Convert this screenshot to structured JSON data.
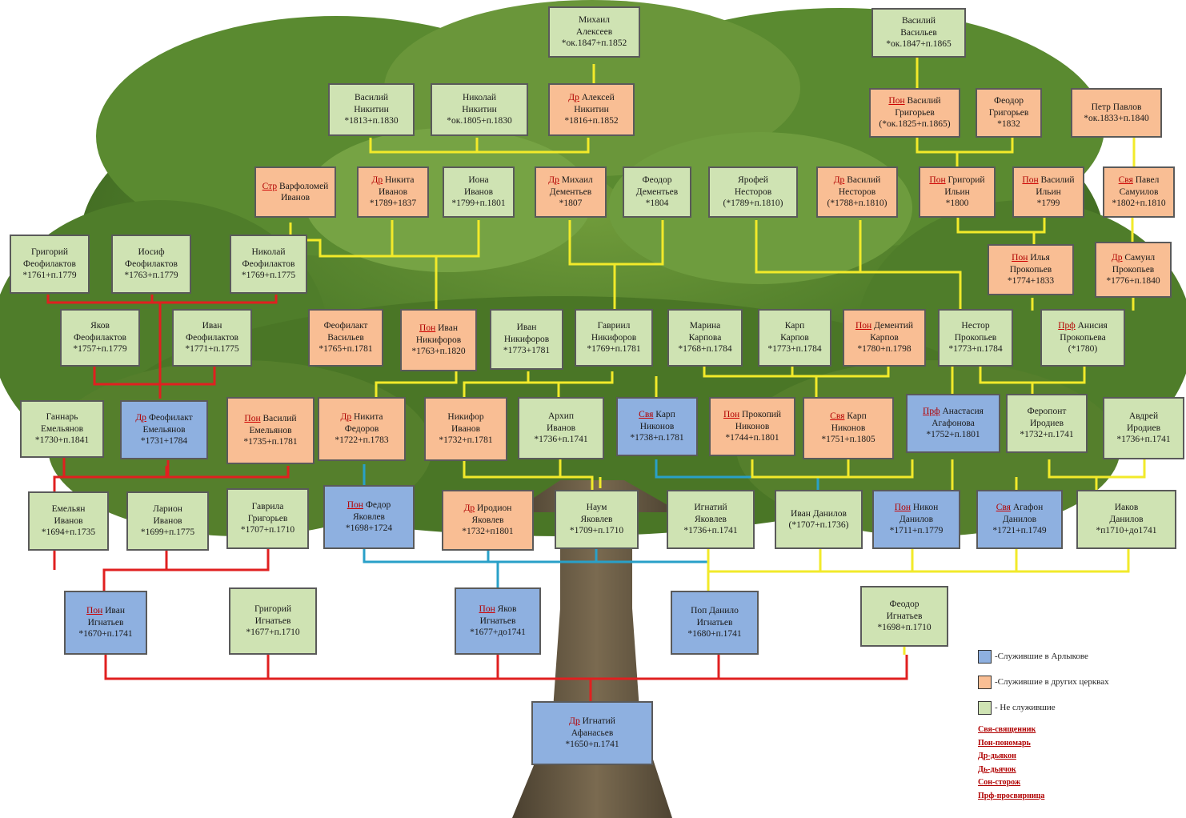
{
  "colors": {
    "blue": "#8eb0e0",
    "orange": "#f9be94",
    "green": "#cfe3b3",
    "line_red": "#e02020",
    "line_yellow": "#f2ea2a",
    "line_blue": "#29a0c8"
  },
  "legend": {
    "items": [
      {
        "color": "blue",
        "label": "-Служившие в Арлыкове"
      },
      {
        "color": "orange",
        "label": "-Служившие в других церквах"
      },
      {
        "color": "green",
        "label": "- Не служившие"
      }
    ],
    "abbreviations": [
      "Свя-священник",
      "Пон-пономарь",
      "Др-дьякон",
      "Дь-дьячок",
      "Сон-сторож",
      "Прф-просвирница"
    ]
  },
  "nodes": [
    {
      "id": "n01",
      "color": "green",
      "title": "",
      "name": "Михаил",
      "second": "Алексеев",
      "dates": "*ок.1847+п.1852"
    },
    {
      "id": "n02",
      "color": "green",
      "title": "",
      "name": "Василий",
      "second": "Васильев",
      "dates": "*ок.1847+п.1865"
    },
    {
      "id": "n03",
      "color": "green",
      "title": "",
      "name": "Василий",
      "second": "Никитин",
      "dates": "*1813+п.1830"
    },
    {
      "id": "n04",
      "color": "green",
      "title": "",
      "name": "Николай",
      "second": "Никитин",
      "dates": "*ок.1805+п.1830"
    },
    {
      "id": "n05",
      "color": "orange",
      "title": "Др",
      "name": "Алексей",
      "second": "Никитин",
      "dates": "*1816+п.1852"
    },
    {
      "id": "n06",
      "color": "orange",
      "title": "Пон",
      "name": "Василий",
      "second": "Григорьев",
      "dates": "(*ок.1825+п.1865)"
    },
    {
      "id": "n07",
      "color": "orange",
      "title": "",
      "name": "Феодор",
      "second": "Григорьев",
      "dates": "*1832"
    },
    {
      "id": "n08",
      "color": "orange",
      "title": "",
      "name": "Петр Павлов",
      "second": "",
      "dates": "*ок.1833+п.1840"
    },
    {
      "id": "n09",
      "color": "orange",
      "title": "Стр",
      "name": "Варфоломей",
      "second": "Иванов",
      "dates": ""
    },
    {
      "id": "n10",
      "color": "orange",
      "title": "Др",
      "name": "Никита",
      "second": "Иванов",
      "dates": "*1789+1837"
    },
    {
      "id": "n11",
      "color": "green",
      "title": "",
      "name": "Иона",
      "second": "Иванов",
      "dates": "*1799+п.1801"
    },
    {
      "id": "n12",
      "color": "orange",
      "title": "Др",
      "name": "Михаил",
      "second": "Дементьев",
      "dates": "*1807"
    },
    {
      "id": "n13",
      "color": "green",
      "title": "",
      "name": "Феодор",
      "second": "Дементьев",
      "dates": "*1804"
    },
    {
      "id": "n14",
      "color": "green",
      "title": "",
      "name": "Ярофей",
      "second": "Несторов",
      "dates": "(*1789+п.1810)"
    },
    {
      "id": "n15",
      "color": "orange",
      "title": "Др",
      "name": "Василий",
      "second": "Несторов",
      "dates": "(*1788+п.1810)"
    },
    {
      "id": "n16",
      "color": "orange",
      "title": "Пон",
      "name": "Григорий",
      "second": "Ильин",
      "dates": "*1800"
    },
    {
      "id": "n17",
      "color": "orange",
      "title": "Пон",
      "name": "Василий",
      "second": "Ильин",
      "dates": "*1799"
    },
    {
      "id": "n18",
      "color": "orange",
      "title": "Свя",
      "name": "Павел",
      "second": "Самуилов",
      "dates": "*1802+п.1810"
    },
    {
      "id": "n19",
      "color": "green",
      "title": "",
      "name": "Григорий",
      "second": "Феофилактов",
      "dates": "*1761+п.1779"
    },
    {
      "id": "n20",
      "color": "green",
      "title": "",
      "name": "Иосиф",
      "second": "Феофилактов",
      "dates": "*1763+п.1779"
    },
    {
      "id": "n21",
      "color": "green",
      "title": "",
      "name": "Николай",
      "second": "Феофилактов",
      "dates": "*1769+п.1775"
    },
    {
      "id": "n22",
      "color": "orange",
      "title": "Пон",
      "name": "Илья",
      "second": "Прокопьев",
      "dates": "*1774+1833"
    },
    {
      "id": "n23",
      "color": "orange",
      "title": "Др",
      "name": "Самуил",
      "second": "Прокопьев",
      "dates": "*1776+п.1840"
    },
    {
      "id": "n24",
      "color": "green",
      "title": "",
      "name": "Яков",
      "second": "Феофилактов",
      "dates": "*1757+п.1779"
    },
    {
      "id": "n25",
      "color": "green",
      "title": "",
      "name": "Иван",
      "second": "Феофилактов",
      "dates": "*1771+п.1775"
    },
    {
      "id": "n26",
      "color": "orange",
      "title": "",
      "name": "Феофилакт",
      "second": "Васильев",
      "dates": "*1765+п.1781"
    },
    {
      "id": "n27",
      "color": "orange",
      "title": "Пон",
      "name": "Иван",
      "second": "Никифоров",
      "dates": "*1763+п.1820"
    },
    {
      "id": "n28",
      "color": "green",
      "title": "",
      "name": "Иван",
      "second": "Никифоров",
      "dates": "*1773+1781"
    },
    {
      "id": "n29",
      "color": "green",
      "title": "",
      "name": "Гавриил",
      "second": "Никифоров",
      "dates": "*1769+п.1781"
    },
    {
      "id": "n30",
      "color": "green",
      "title": "",
      "name": "Марина",
      "second": "Карпова",
      "dates": "*1768+п.1784"
    },
    {
      "id": "n31",
      "color": "green",
      "title": "",
      "name": "Карп",
      "second": "Карпов",
      "dates": "*1773+п.1784"
    },
    {
      "id": "n32",
      "color": "orange",
      "title": "Пон",
      "name": "Дементий",
      "second": "Карпов",
      "dates": "*1780+п.1798"
    },
    {
      "id": "n33",
      "color": "green",
      "title": "",
      "name": "Нестор",
      "second": "Прокопьев",
      "dates": "*1773+п.1784"
    },
    {
      "id": "n34",
      "color": "green",
      "title": "Прф",
      "name": "Анисия",
      "second": "Прокопьева",
      "dates": "(*1780)"
    },
    {
      "id": "n35",
      "color": "green",
      "title": "",
      "name": "Ганнарь",
      "second": "Емельянов",
      "dates": "*1730+п.1841"
    },
    {
      "id": "n36",
      "color": "blue",
      "title": "Др",
      "name": "Феофилакт",
      "second": "Емельянов",
      "dates": "*1731+1784"
    },
    {
      "id": "n37",
      "color": "orange",
      "title": "Пон",
      "name": "Василий",
      "second": "Емельянов",
      "dates": "*1735+п.1781"
    },
    {
      "id": "n38",
      "color": "orange",
      "title": "Др",
      "name": "Никита",
      "second": "Федоров",
      "dates": "*1722+п.1783"
    },
    {
      "id": "n39",
      "color": "orange",
      "title": "",
      "name": "Никифор",
      "second": "Иванов",
      "dates": "*1732+п.1781"
    },
    {
      "id": "n40",
      "color": "green",
      "title": "",
      "name": "Архип",
      "second": "Иванов",
      "dates": "*1736+п.1741"
    },
    {
      "id": "n41",
      "color": "blue",
      "title": "Свя",
      "name": "Карп",
      "second": "Никонов",
      "dates": "*1738+п.1781"
    },
    {
      "id": "n42",
      "color": "orange",
      "title": "Пон",
      "name": "Прокопий",
      "second": "Никонов",
      "dates": "*1744+п.1801"
    },
    {
      "id": "n43",
      "color": "orange",
      "title": "Свя",
      "name": "Карп",
      "second": "Никонов",
      "dates": "*1751+п.1805"
    },
    {
      "id": "n44",
      "color": "blue",
      "title": "Прф",
      "name": "Анастасия",
      "second": "Агафонова",
      "dates": "*1752+п.1801"
    },
    {
      "id": "n45",
      "color": "green",
      "title": "",
      "name": "Феропонт",
      "second": "Иродиев",
      "dates": "*1732+п.1741"
    },
    {
      "id": "n46",
      "color": "green",
      "title": "",
      "name": "Авдрей",
      "second": "Иродиев",
      "dates": "*1736+п.1741"
    },
    {
      "id": "n47",
      "color": "green",
      "title": "",
      "name": "Емельян",
      "second": "Иванов",
      "dates": "*1694+п.1735"
    },
    {
      "id": "n48",
      "color": "green",
      "title": "",
      "name": "Ларион",
      "second": "Иванов",
      "dates": "*1699+п.1775"
    },
    {
      "id": "n49",
      "color": "green",
      "title": "",
      "name": "Гаврила",
      "second": "Григорьев",
      "dates": "*1707+п.1710"
    },
    {
      "id": "n50",
      "color": "blue",
      "title": "Пон",
      "name": "Федор",
      "second": "Яковлев",
      "dates": "*1698+1724"
    },
    {
      "id": "n51",
      "color": "orange",
      "title": "Др",
      "name": "Иродион",
      "second": "Яковлев",
      "dates": "*1732+п1801"
    },
    {
      "id": "n52",
      "color": "green",
      "title": "",
      "name": "Наум",
      "second": "Яковлев",
      "dates": "*1709+п.1710"
    },
    {
      "id": "n53",
      "color": "green",
      "title": "",
      "name": "Игнатий",
      "second": "Яковлев",
      "dates": "*1736+п.1741"
    },
    {
      "id": "n54",
      "color": "green",
      "title": "",
      "name": "Иван Данилов",
      "second": "",
      "dates": "(*1707+п.1736)"
    },
    {
      "id": "n55",
      "color": "blue",
      "title": "Пон",
      "name": "Никон",
      "second": "Данилов",
      "dates": "*1711+п.1779"
    },
    {
      "id": "n56",
      "color": "blue",
      "title": "Свя",
      "name": "Агафон",
      "second": "Данилов",
      "dates": "*1721+п.1749"
    },
    {
      "id": "n57",
      "color": "green",
      "title": "",
      "name": "Иаков",
      "second": "Данилов",
      "dates": "*п1710+до1741"
    },
    {
      "id": "n58",
      "color": "blue",
      "title": "Пон",
      "name": "Иван",
      "second": "Игнатьев",
      "dates": "*1670+п.1741"
    },
    {
      "id": "n59",
      "color": "green",
      "title": "",
      "name": "Григорий",
      "second": "Игнатьев",
      "dates": "*1677+п.1710"
    },
    {
      "id": "n60",
      "color": "blue",
      "title": "Пон",
      "name": "Яков",
      "second": "Игнатьев",
      "dates": "*1677+до1741"
    },
    {
      "id": "n61",
      "color": "blue",
      "title": "",
      "name": "Поп Данило",
      "second": "Игнатьев",
      "dates": "*1680+п.1741"
    },
    {
      "id": "n62",
      "color": "green",
      "title": "",
      "name": "Феодор",
      "second": "Игнатьев",
      "dates": "*1698+п.1710"
    },
    {
      "id": "n63",
      "color": "blue",
      "title": "Др",
      "name": "Игнатий",
      "second": "Афанасьев",
      "dates": "*1650+п.1741"
    }
  ]
}
